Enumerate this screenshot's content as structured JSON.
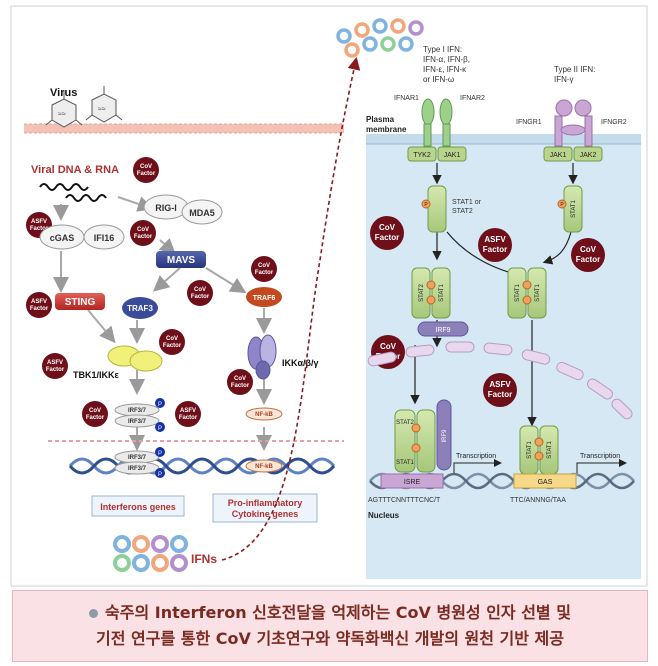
{
  "labels": {
    "virus": "Virus",
    "viral_dna_rna": "Viral DNA & RNA",
    "cov_factor": "CoV Factor",
    "asfv_factor": "ASFV Factor",
    "rig_i": "RIG-I",
    "mda5": "MDA5",
    "cgas": "cGAS",
    "ifi16": "IFI16",
    "mavs": "MAVS",
    "sting": "STING",
    "traf3": "TRAF3",
    "traf6": "TRAF6",
    "tbk1": "TBK1/IKKε",
    "ikk": "IKKα/β/γ",
    "irf37": "IRF3/7",
    "nfkb": "NF-kB",
    "p": "P",
    "interferon_genes": "Interferons genes",
    "proinflam_1": "Pro-inflammatory",
    "proinflam_2": "Cytokine genes",
    "ifns": "IFNs",
    "type1_ifn": [
      "Type I IFN:",
      "IFN-α, IFN-β,",
      "IFN-ε, IFN-κ",
      "or IFN-ω"
    ],
    "type2_ifn": [
      "Type II IFN:",
      "IFN-γ"
    ],
    "ifnar1": "IFNAR1",
    "ifnar2": "IFNAR2",
    "ifngr1": "IFNGR1",
    "ifngr2": "IFNGR2",
    "plasma_membrane": [
      "Plasma",
      "membrane"
    ],
    "tyk2": "TYK2",
    "jak1": "JAK1",
    "jak2": "JAK2",
    "stat1_or_stat2": [
      "STAT1 or",
      "STAT2"
    ],
    "stat1": "STAT1",
    "stat2": "STAT2",
    "irf9": "IRF9",
    "transcription": "Transcription",
    "isre": "ISRE",
    "gas": "GAS",
    "isre_seq": "AGTTTCNNTTTCNC/T",
    "gas_seq": "TTC/ANNNG/TAA",
    "nucleus": "Nucleus"
  },
  "caption": {
    "line1": "숙주의 Interferon 신호전달을 억제하는 CoV 병원성 인자 선별 및",
    "line2": "기전 연구를 통한 CoV 기초연구와 약독화백신 개발의 원천 기반 제공"
  },
  "colors": {
    "factor_dark": "#6e0f1a",
    "stat_green": "#b9d48d",
    "irf9_purple": "#8b80b8",
    "cell_bg": "#d6e8f3",
    "sting_red": "#c8322e",
    "mavs_blue": "#2d3f8e",
    "caption_bg": "#f9e1e6",
    "caption_text": "#7a2a1e"
  }
}
